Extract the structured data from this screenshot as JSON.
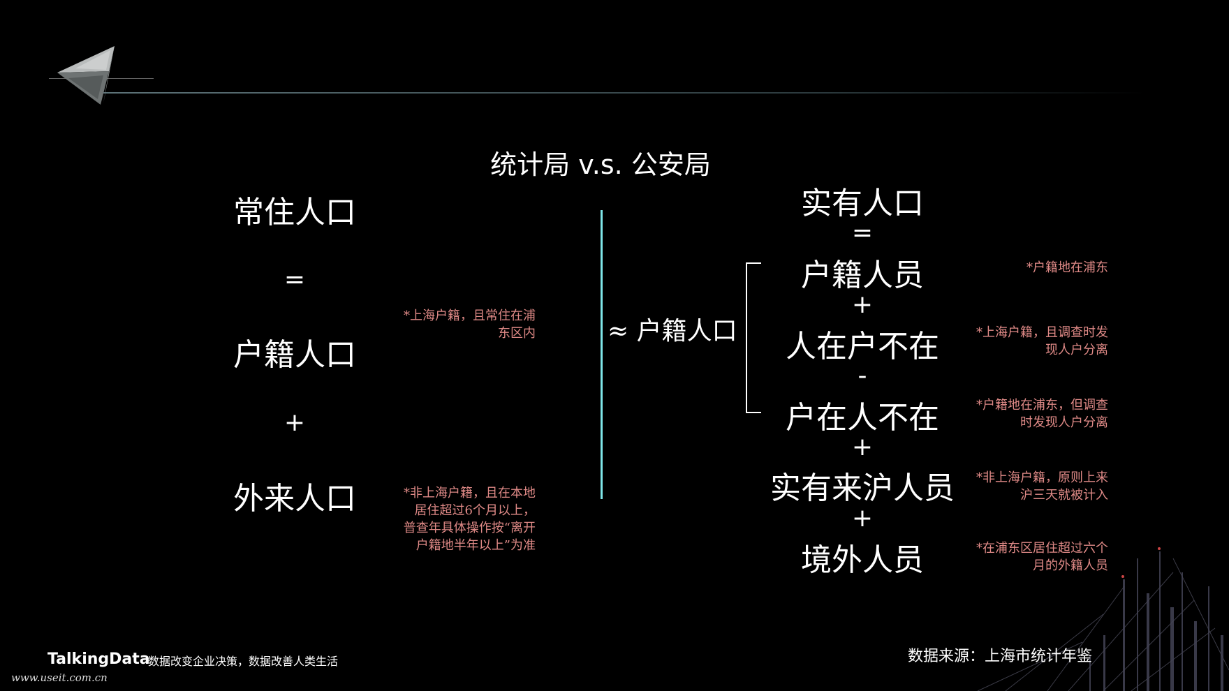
{
  "title": "统计局 v.s. 公安局",
  "left": {
    "term1": "常住人口",
    "op1": "=",
    "term2": "户籍人口",
    "op2": "+",
    "term3": "外来人口",
    "note_term2": "*上海户籍，且常住在浦\n东区内",
    "note_term3": "*非上海户籍，且在本地\n居住超过6个月以上，\n普查年具体操作按“离开\n户籍地半年以上”为准"
  },
  "middle": {
    "approx_label": "≈ 户籍人口"
  },
  "right": {
    "term1": "实有人口",
    "op1": "=",
    "term2": "户籍人员",
    "op2": "+",
    "term3": "人在户不在",
    "op3": "-",
    "term4": "户在人不在",
    "op4": "+",
    "term5": "实有来沪人员",
    "op5": "+",
    "term6": "境外人员",
    "note_term2": "*户籍地在浦东",
    "note_term3": "*上海户籍，且调查时发\n现人户分离",
    "note_term4": "*户籍地在浦东，但调查\n时发现人户分离",
    "note_term5": "*非上海户籍，原则上来\n沪三天就被计入",
    "note_term6": "*在浦东区居住超过六个\n月的外籍人员"
  },
  "footer": {
    "brand": "TalkingData",
    "slogan": "数据改变企业决策，数据改善人类生活",
    "url": "www.useit.com.cn",
    "source": "数据来源：上海市统计年鉴"
  },
  "colors": {
    "background": "#000000",
    "note": "#e08a87",
    "divider": "#7fe6e8"
  },
  "icons": {
    "logo": "crystal-paper-plane-logo",
    "skyline": "city-skyline-decoration"
  }
}
